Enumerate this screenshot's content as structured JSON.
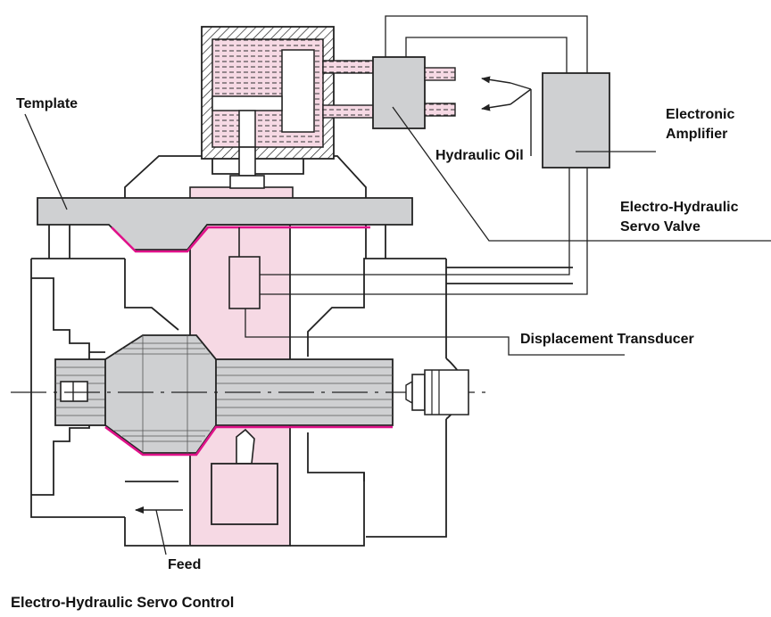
{
  "labels": {
    "template": "Template",
    "hydraulic_oil": "Hydraulic Oil",
    "electronic_amplifier_1": "Electronic",
    "electronic_amplifier_2": "Amplifier",
    "servo_valve_1": "Electro-Hydraulic",
    "servo_valve_2": "Servo Valve",
    "displacement_transducer": "Displacement Transducer",
    "feed": "Feed"
  },
  "caption": "Electro-Hydraulic Servo Control",
  "colors": {
    "pink_fill": "#f6d9e4",
    "magenta_edge": "#e0128a",
    "gray_fill": "#cfd0d2",
    "line": "#222222"
  }
}
